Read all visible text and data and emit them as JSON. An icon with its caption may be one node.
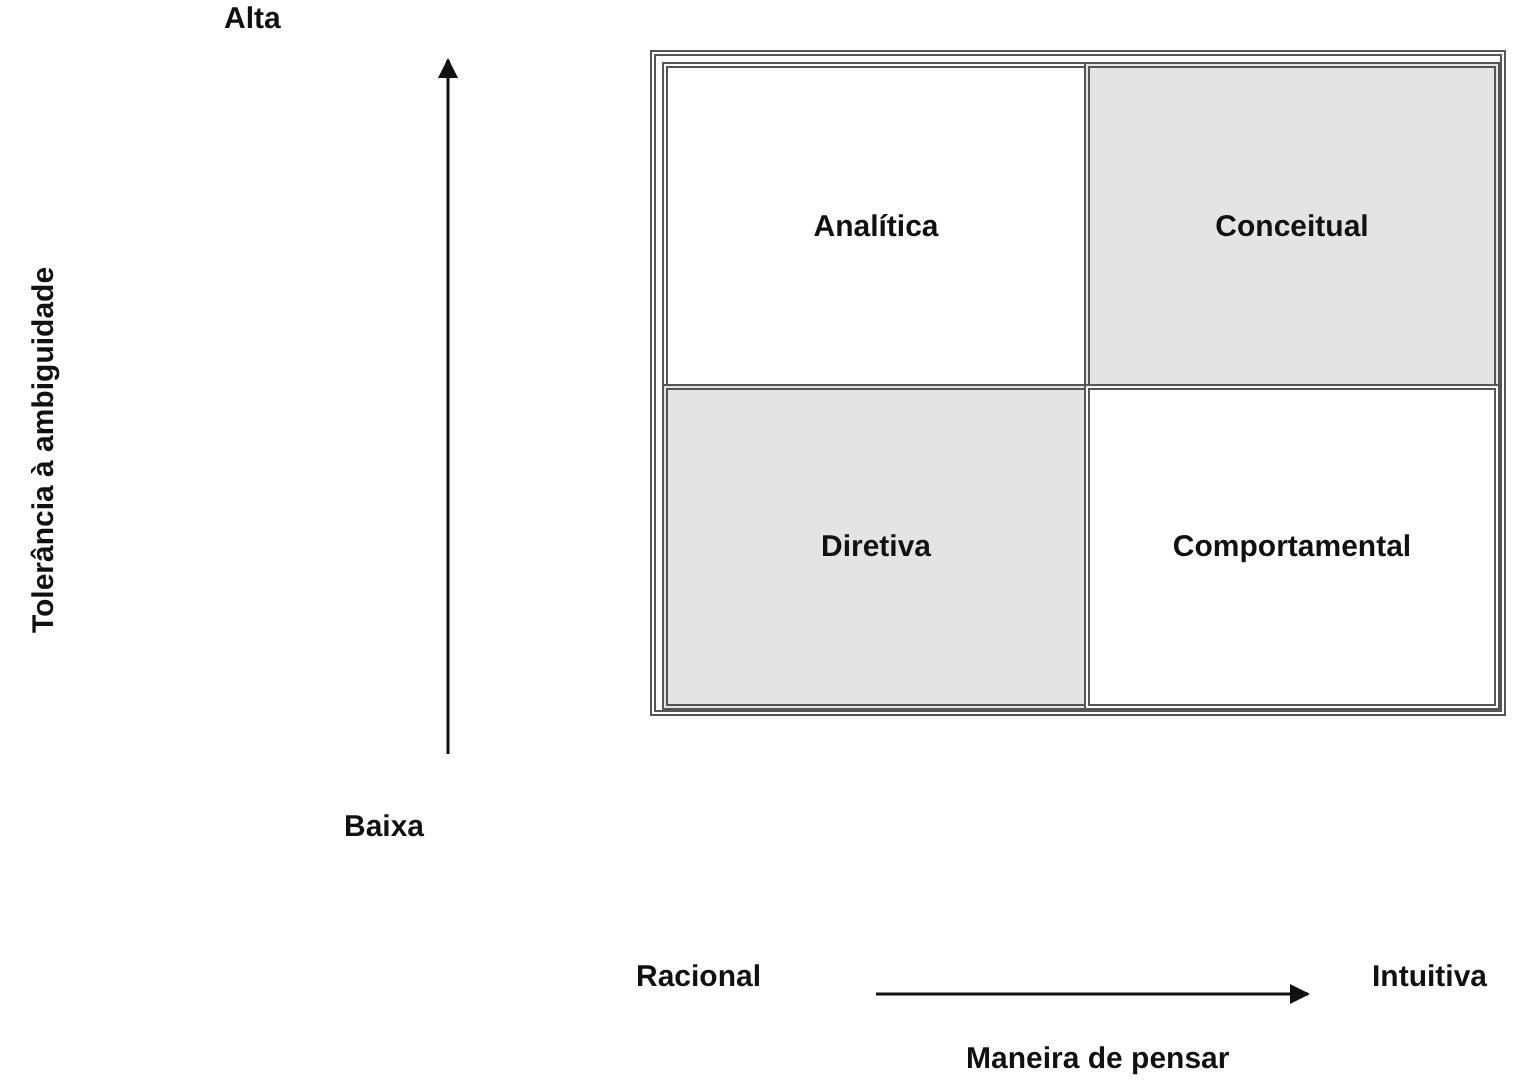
{
  "diagram": {
    "nodes": [
      {
        "text": [],
        "shape": "box"
      },
      {
        "text": [
          "Analítica"
        ],
        "in": 0
      },
      {
        "text": [
          "Conceitual"
        ],
        "in": 0
      },
      {
        "text": [
          "Diretiva"
        ],
        "in": 0
      },
      {
        "text": [
          "Comportamental"
        ],
        "in": 0
      }
    ],
    "labels": [
      "Alta",
      "Tolerância à ambiguidade",
      "Baixa",
      "Racional",
      "Intuitiva",
      "Maneira de pensar"
    ]
  }
}
